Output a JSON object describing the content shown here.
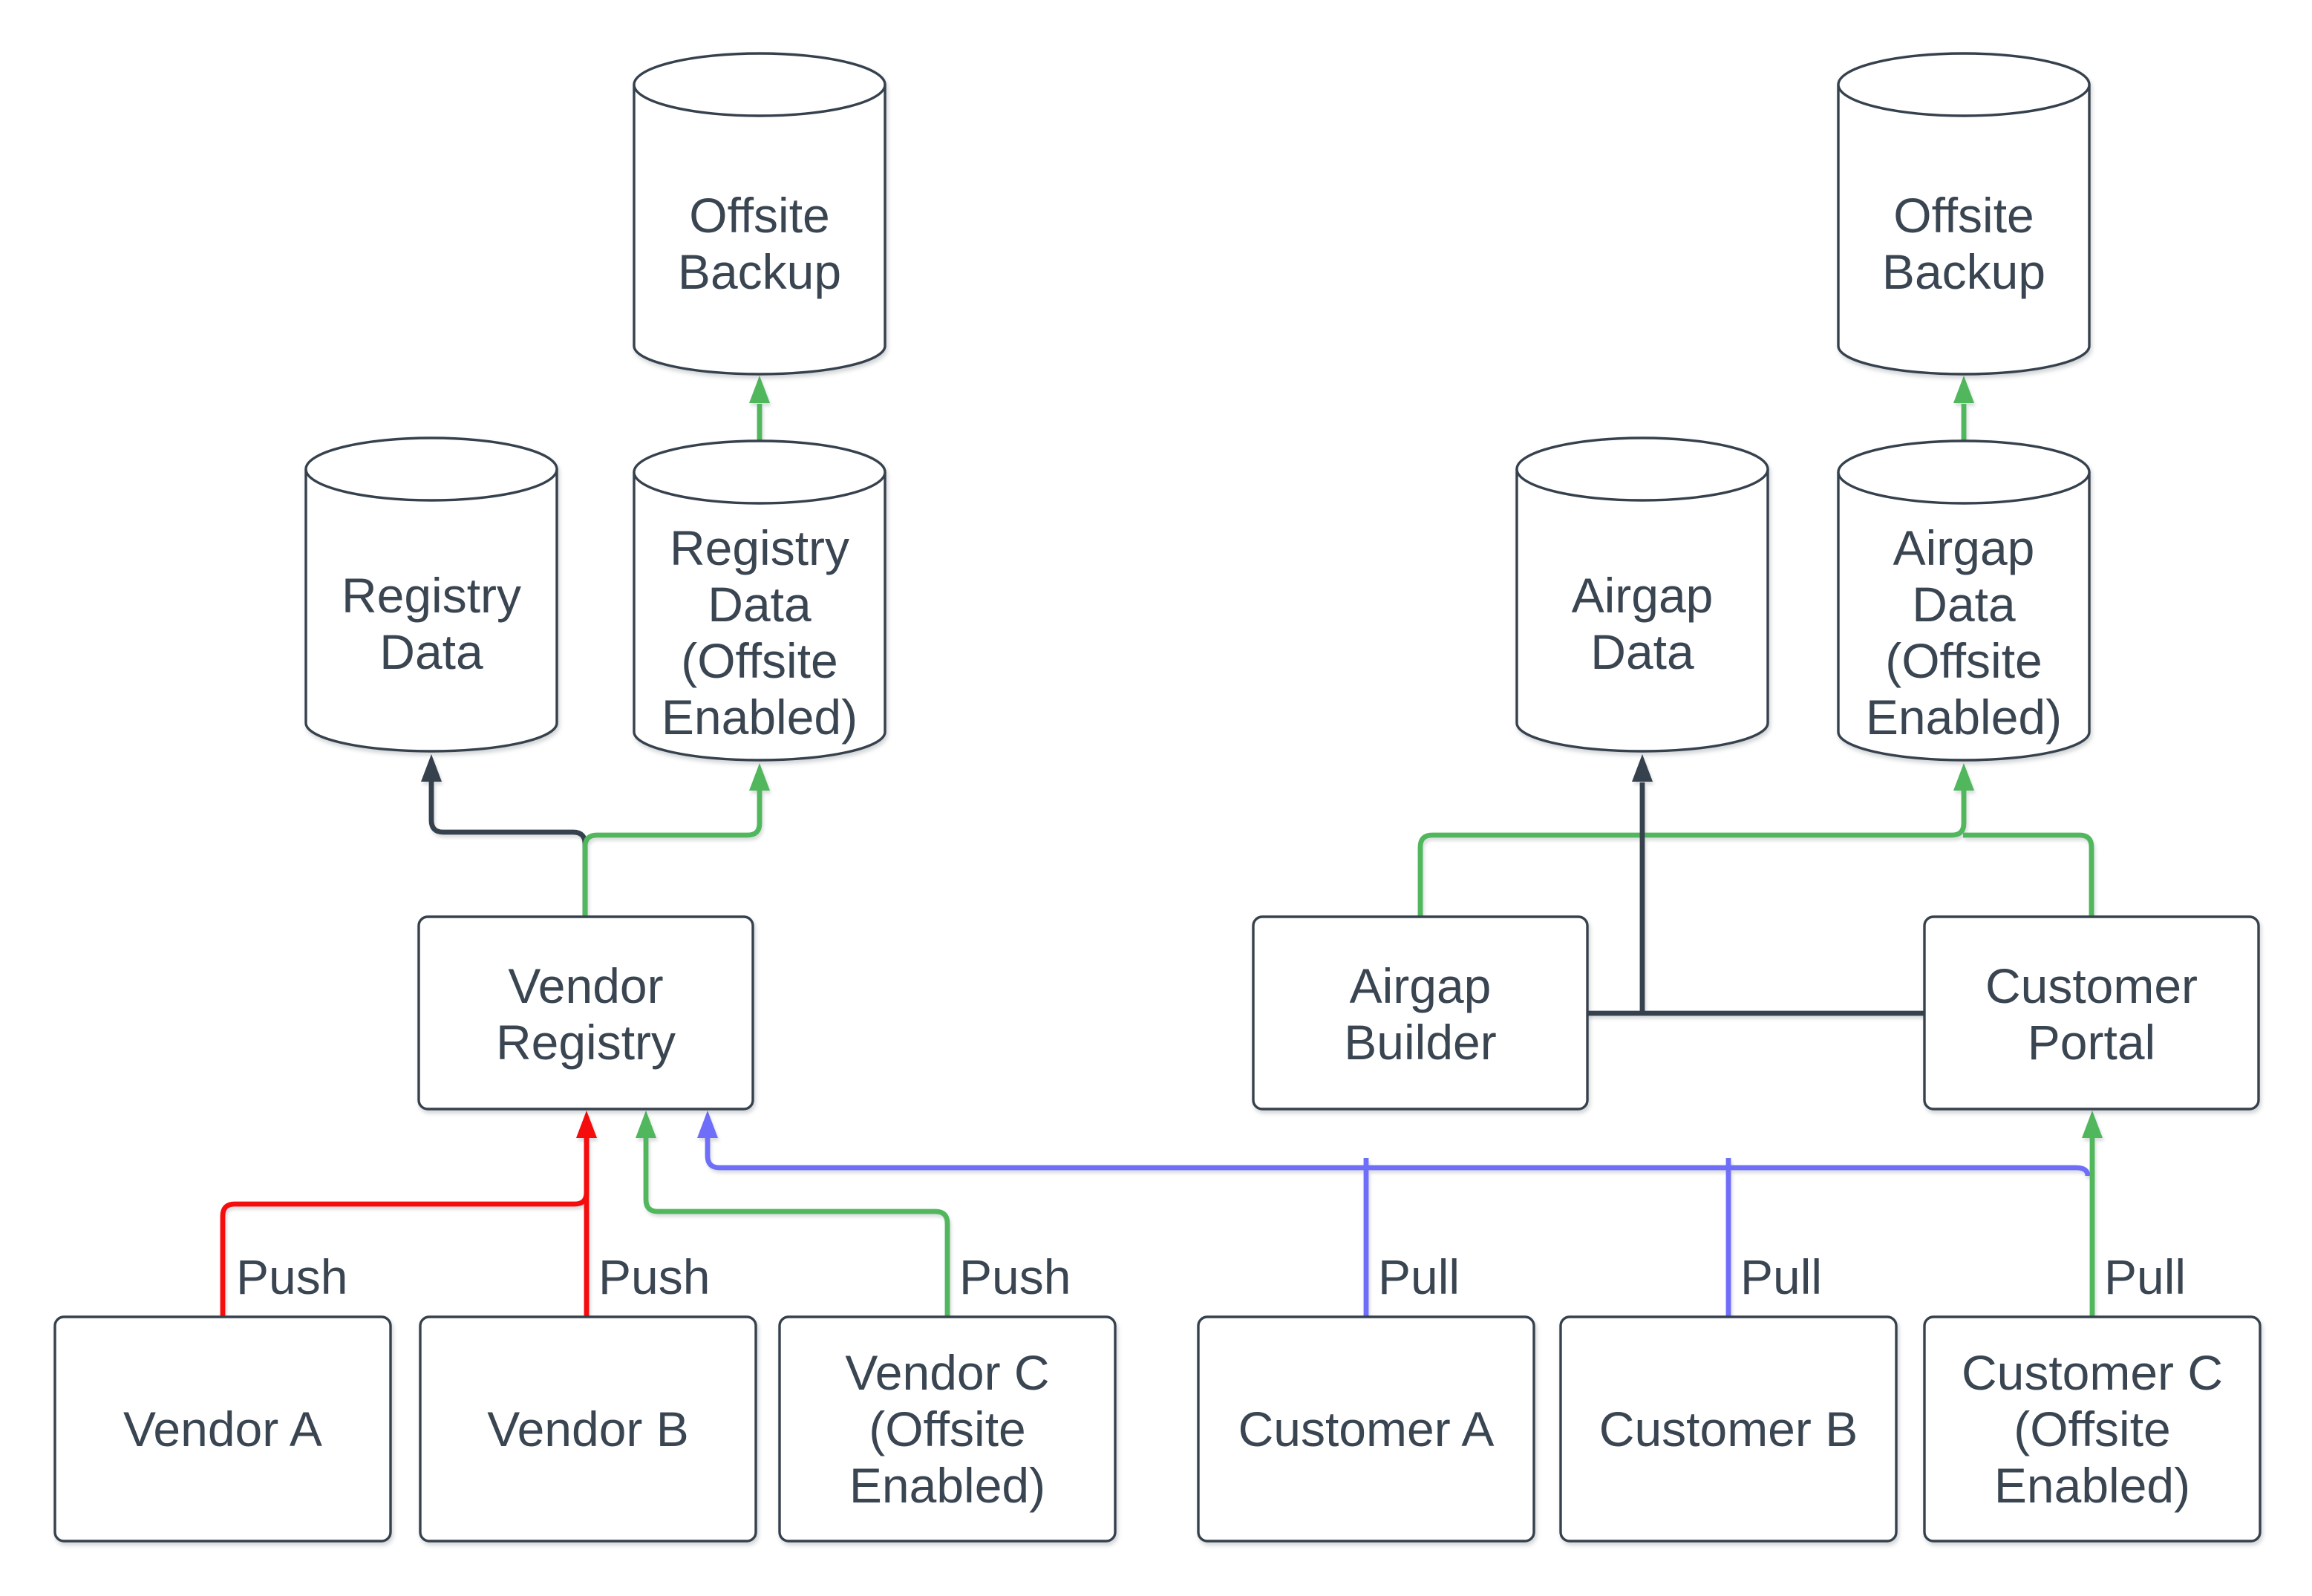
{
  "diagram_type": "flow-diagram",
  "colors": {
    "dark": "#36414e",
    "text": "#3a4552",
    "red": "#f50d0d",
    "green": "#50b75d",
    "blue": "#6e6ef8",
    "node_fill": "#ffffff",
    "background": "#ffffff"
  },
  "nodes": {
    "offsite_backup_left": {
      "shape": "cylinder",
      "label": "Offsite Backup",
      "lines": [
        "Offsite",
        "Backup"
      ]
    },
    "registry_data": {
      "shape": "cylinder",
      "label": "Registry Data",
      "lines": [
        "Registry",
        "Data"
      ]
    },
    "registry_data_offsite": {
      "shape": "cylinder",
      "label": "Registry Data (Offsite Enabled)",
      "lines": [
        "Registry",
        "Data",
        "(Offsite",
        "Enabled)"
      ]
    },
    "vendor_registry": {
      "shape": "box",
      "label": "Vendor Registry",
      "lines": [
        "Vendor",
        "Registry"
      ]
    },
    "vendor_a": {
      "shape": "box",
      "label": "Vendor A",
      "lines": [
        "Vendor A"
      ]
    },
    "vendor_b": {
      "shape": "box",
      "label": "Vendor B",
      "lines": [
        "Vendor B"
      ]
    },
    "vendor_c": {
      "shape": "box",
      "label": "Vendor C (Offsite Enabled)",
      "lines": [
        "Vendor C",
        "(Offsite",
        "Enabled)"
      ]
    },
    "airgap_data": {
      "shape": "cylinder",
      "label": "Airgap Data",
      "lines": [
        "Airgap",
        "Data"
      ]
    },
    "airgap_data_offsite": {
      "shape": "cylinder",
      "label": "Airgap Data (Offsite Enabled)",
      "lines": [
        "Airgap",
        "Data",
        "(Offsite",
        "Enabled)"
      ]
    },
    "offsite_backup_right": {
      "shape": "cylinder",
      "label": "Offsite Backup",
      "lines": [
        "Offsite",
        "Backup"
      ]
    },
    "airgap_builder": {
      "shape": "box",
      "label": "Airgap Builder",
      "lines": [
        "Airgap",
        "Builder"
      ]
    },
    "customer_portal": {
      "shape": "box",
      "label": "Customer Portal",
      "lines": [
        "Customer",
        "Portal"
      ]
    },
    "customer_a": {
      "shape": "box",
      "label": "Customer A",
      "lines": [
        "Customer A"
      ]
    },
    "customer_b": {
      "shape": "box",
      "label": "Customer B",
      "lines": [
        "Customer B"
      ]
    },
    "customer_c": {
      "shape": "box",
      "label": "Customer C (Offsite Enabled)",
      "lines": [
        "Customer C",
        "(Offsite",
        "Enabled)"
      ]
    }
  },
  "edges": [
    {
      "from": "vendor_a",
      "to": "vendor_registry",
      "color": "red",
      "label": "Push"
    },
    {
      "from": "vendor_b",
      "to": "vendor_registry",
      "color": "red",
      "label": "Push"
    },
    {
      "from": "vendor_c",
      "to": "vendor_registry",
      "color": "green",
      "label": "Push"
    },
    {
      "from": "customer_a",
      "to": "vendor_registry",
      "color": "blue",
      "label": "Pull"
    },
    {
      "from": "customer_b",
      "to": "vendor_registry",
      "color": "blue",
      "label": "Pull"
    },
    {
      "from": "customer_c",
      "to": "customer_portal",
      "color": "green",
      "label": "Pull"
    },
    {
      "from": "vendor_registry",
      "to": "registry_data",
      "color": "dark",
      "label": ""
    },
    {
      "from": "vendor_registry",
      "to": "registry_data_offsite",
      "color": "green",
      "label": ""
    },
    {
      "from": "registry_data_offsite",
      "to": "offsite_backup_left",
      "color": "green",
      "label": ""
    },
    {
      "from": "airgap_builder",
      "to": "airgap_data",
      "color": "dark",
      "label": ""
    },
    {
      "from": "customer_portal",
      "to": "airgap_data",
      "color": "dark",
      "label": ""
    },
    {
      "from": "airgap_builder",
      "to": "airgap_data_offsite",
      "color": "green",
      "label": ""
    },
    {
      "from": "customer_portal",
      "to": "airgap_data_offsite",
      "color": "green",
      "label": ""
    },
    {
      "from": "airgap_data_offsite",
      "to": "offsite_backup_right",
      "color": "green",
      "label": ""
    }
  ]
}
